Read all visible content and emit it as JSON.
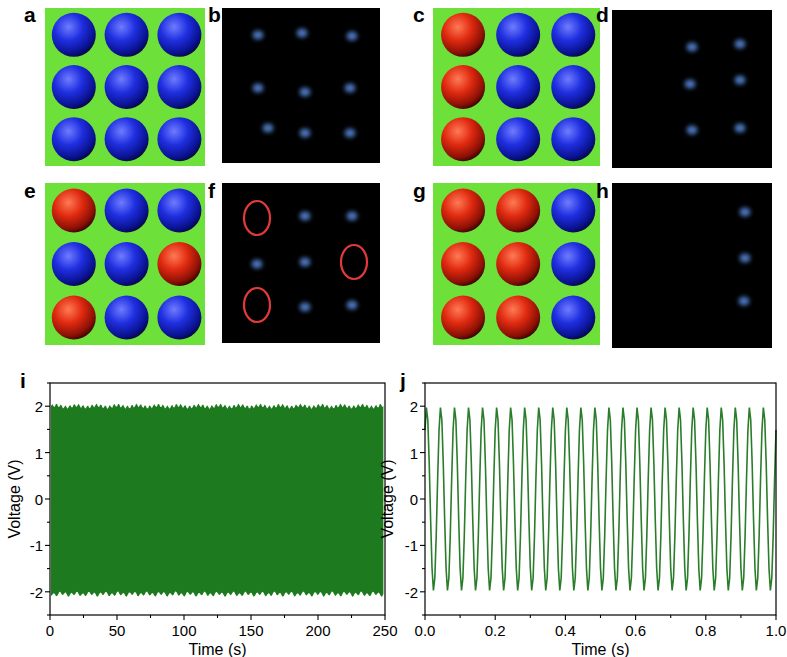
{
  "diagram": {
    "labels": [
      "a",
      "b",
      "c",
      "d",
      "e",
      "f",
      "g",
      "h",
      "i",
      "j",
      "2",
      "1",
      "0",
      "-1",
      "-2",
      "0",
      "50",
      "100",
      "150",
      "200",
      "250",
      "Voltage (V)",
      "Time (s)",
      "2",
      "1",
      "0",
      "-1",
      "-2",
      "0.0",
      "0.2",
      "0.4",
      "0.6",
      "0.8",
      "1.0",
      "Voltage (V)",
      "Time (s)"
    ]
  }
}
